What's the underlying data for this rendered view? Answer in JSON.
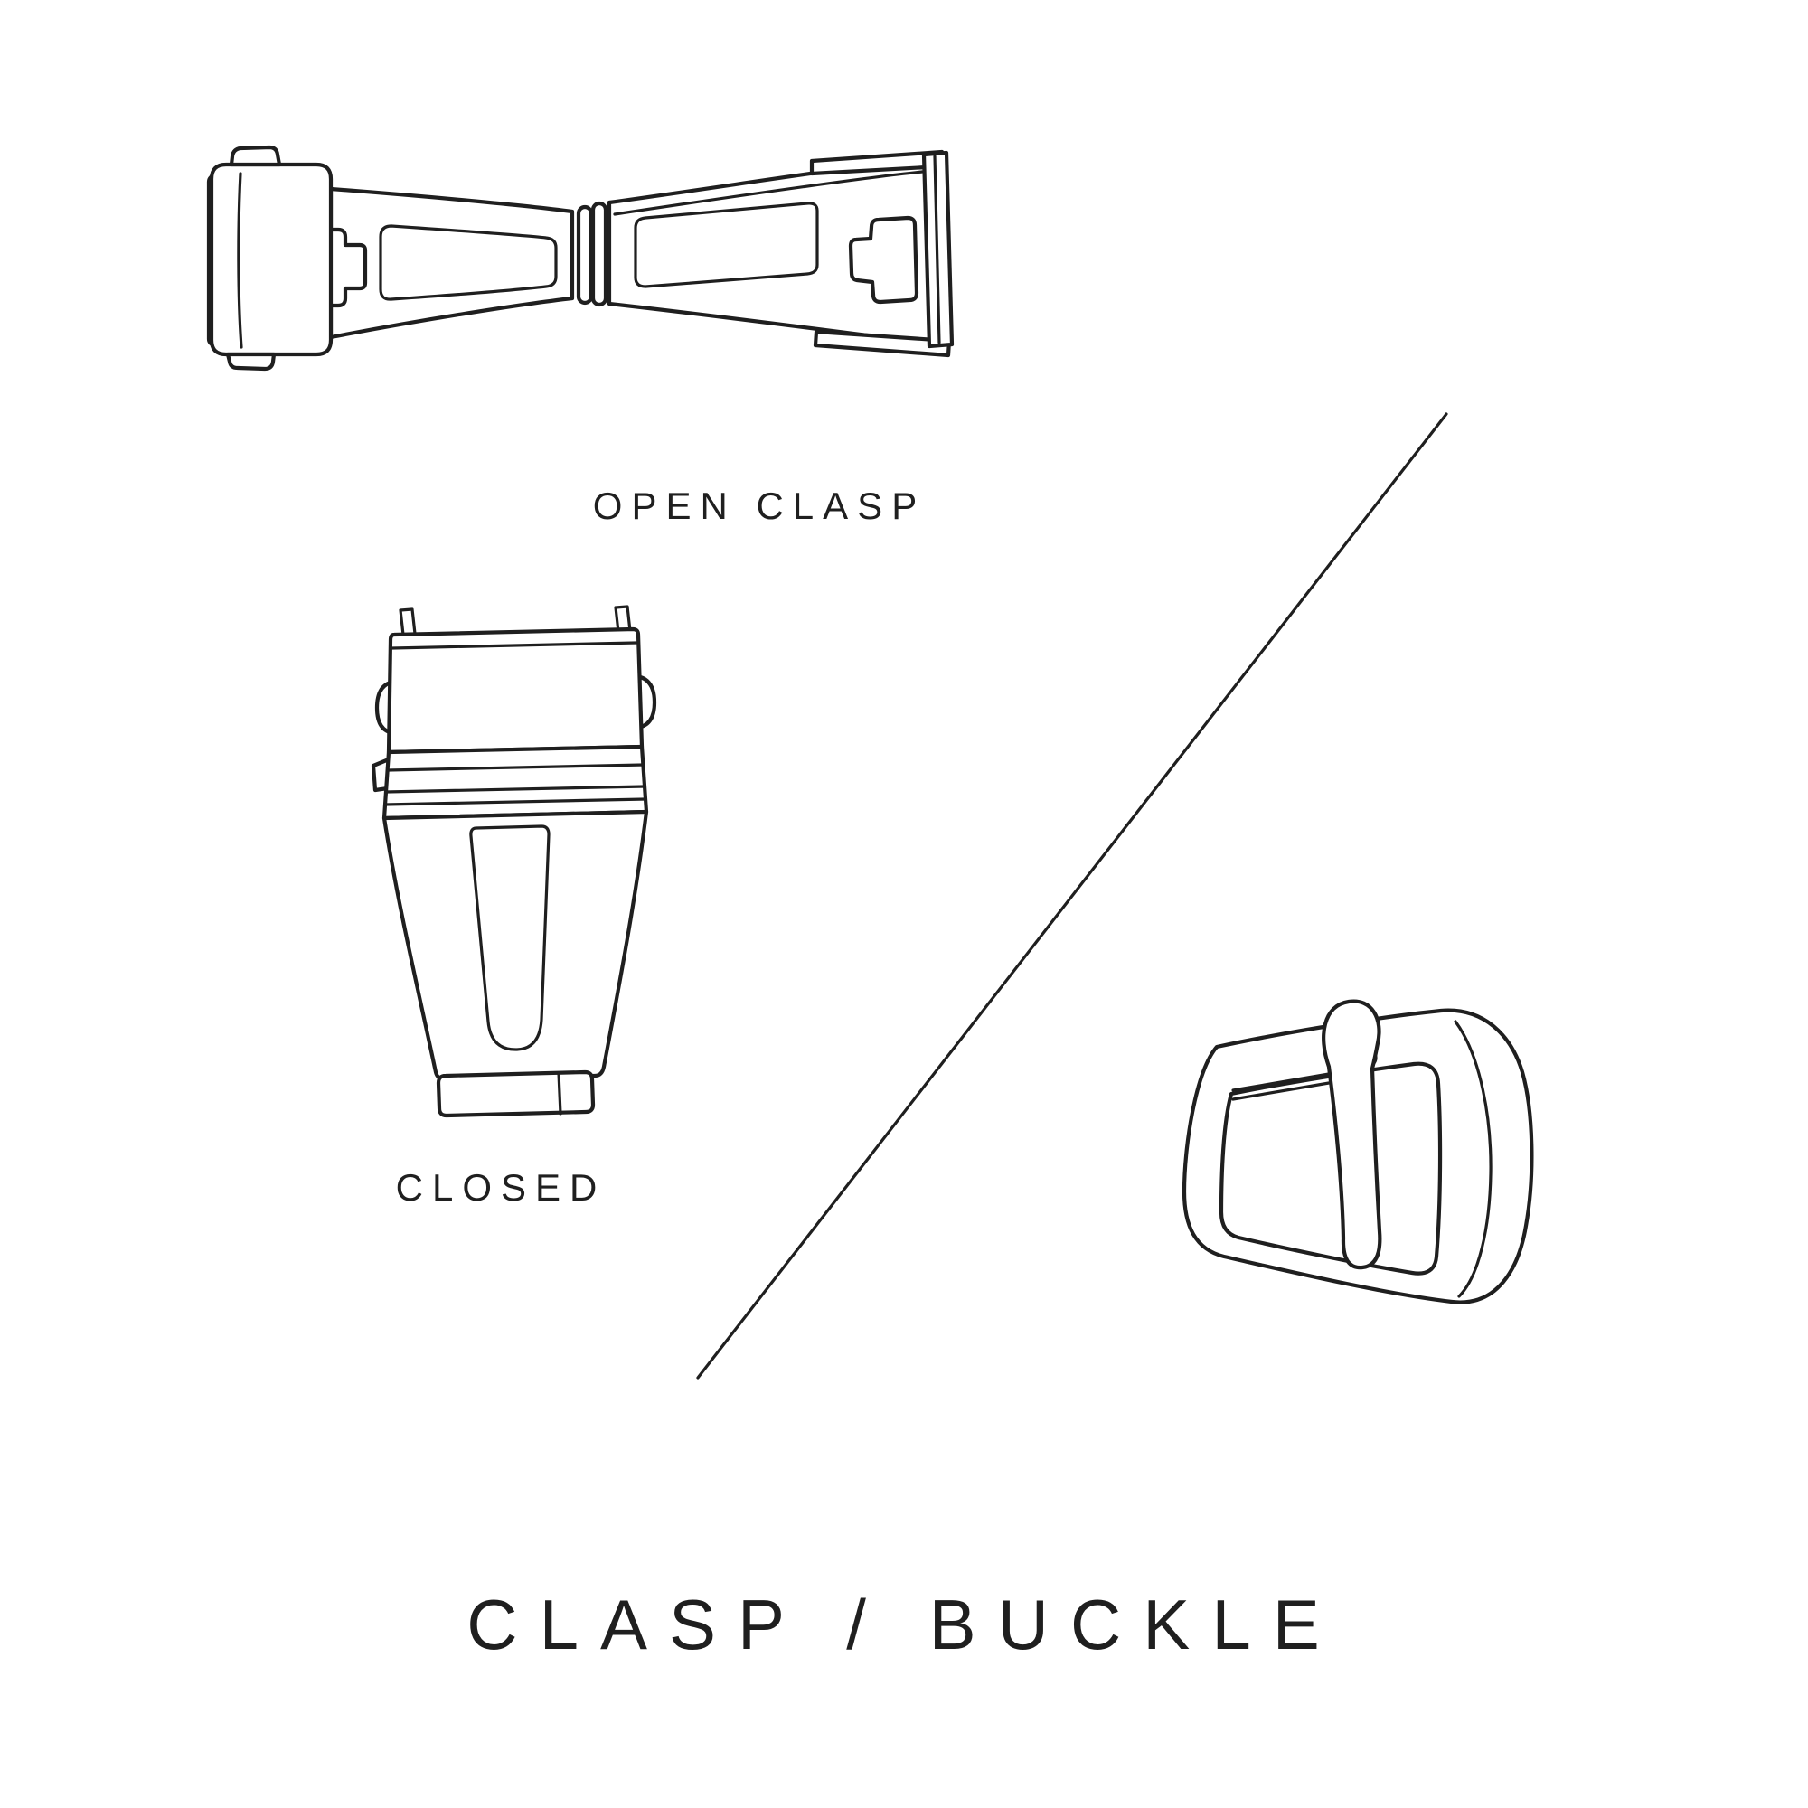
{
  "page": {
    "background": "#ffffff",
    "ink": "#1f1f1f"
  },
  "labels": {
    "open_clasp": "OPEN CLASP",
    "closed": "CLOSED",
    "title": "CLASP / BUCKLE"
  },
  "illustrations": [
    {
      "id": "open-clasp",
      "caption": "OPEN CLASP"
    },
    {
      "id": "closed-clasp",
      "caption": "CLOSED"
    },
    {
      "id": "tang-buckle",
      "caption": ""
    }
  ]
}
